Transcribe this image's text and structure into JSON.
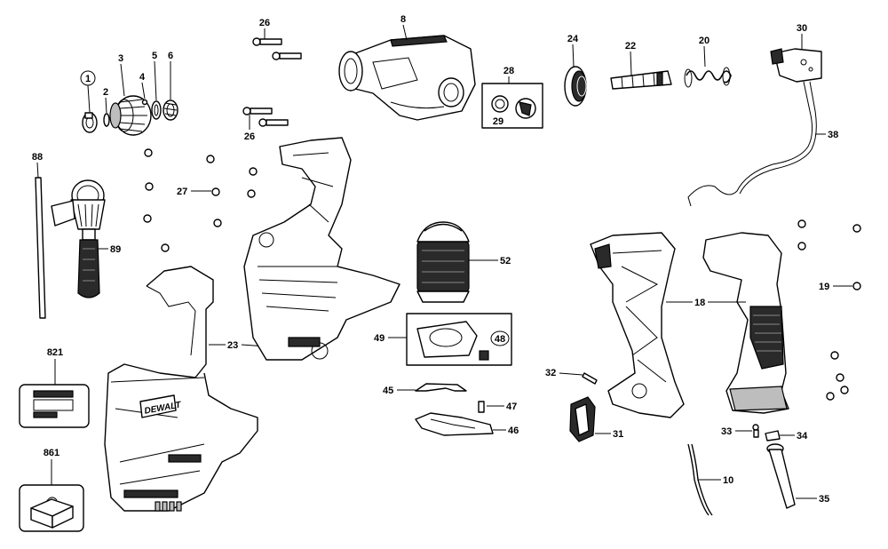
{
  "callouts": {
    "c1": "1",
    "c2": "2",
    "c3": "3",
    "c4": "4",
    "c5": "5",
    "c6": "6",
    "c8": "8",
    "c10": "10",
    "c18": "18",
    "c19": "19",
    "c20": "20",
    "c22": "22",
    "c23": "23",
    "c24": "24",
    "c26a": "26",
    "c26b": "26",
    "c27": "27",
    "c28": "28",
    "c29": "29",
    "c30": "30",
    "c31": "31",
    "c32": "32",
    "c33": "33",
    "c34": "34",
    "c35": "35",
    "c38": "38",
    "c45": "45",
    "c46": "46",
    "c47": "47",
    "c48": "48",
    "c49": "49",
    "c52": "52",
    "c88": "88",
    "c89": "89",
    "c821": "821",
    "c861": "861"
  },
  "brand_logo": "DEWALT"
}
